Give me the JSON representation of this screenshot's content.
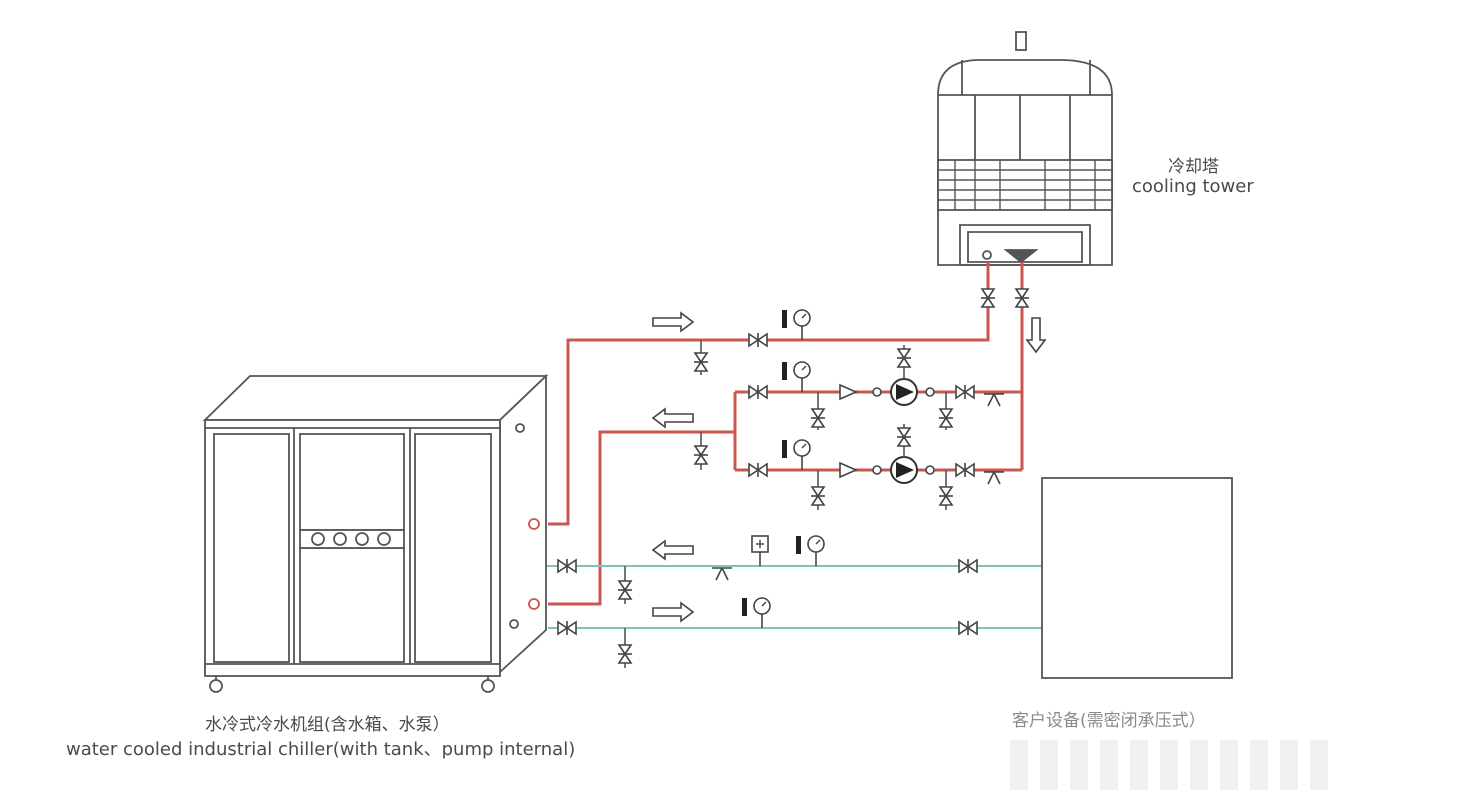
{
  "labels": {
    "tower_cn": "冷却塔",
    "tower_en": "cooling tower",
    "chiller_cn": "水冷式冷水机组(含水箱、水泵）",
    "chiller_en": "water cooled industrial chiller(with tank、pump internal)",
    "customer_cn": "客户设备(需密闭承压式）"
  },
  "colors": {
    "line": "#555555",
    "red_pipe": "#c9574f",
    "blue_pipe": "#7ec1bd",
    "background": "#ffffff"
  },
  "icons": [
    "flow-arrow-right",
    "flow-arrow-left",
    "flow-arrow-down",
    "valve",
    "pressure-gauge",
    "pump",
    "check-valve",
    "y-strainer",
    "pressure-switch"
  ]
}
